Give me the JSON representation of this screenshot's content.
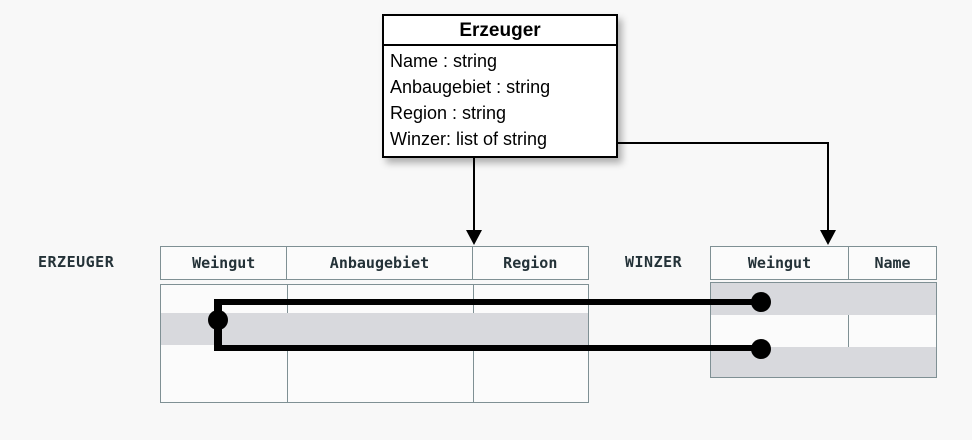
{
  "uml": {
    "title": "Erzeuger",
    "attributes": [
      "Name : string",
      "Anbaugebiet : string",
      "Region : string",
      "Winzer: list of string"
    ]
  },
  "tables": [
    {
      "name": "ERZEUGER",
      "columns": [
        "Weingut",
        "Anbaugebiet",
        "Region"
      ],
      "rows": [
        {
          "cells": [
            "",
            "",
            ""
          ],
          "highlighted": false
        },
        {
          "cells": [
            "",
            "",
            ""
          ],
          "highlighted": true
        },
        {
          "cells": [
            "",
            "",
            ""
          ],
          "highlighted": false
        },
        {
          "cells": [
            "",
            "",
            ""
          ],
          "highlighted": false
        }
      ]
    },
    {
      "name": "WINZER",
      "columns": [
        "Weingut",
        "Name"
      ],
      "rows": [
        {
          "cells": [
            "",
            ""
          ],
          "highlighted": true
        },
        {
          "cells": [
            "",
            ""
          ],
          "highlighted": false
        },
        {
          "cells": [
            "",
            ""
          ],
          "highlighted": true
        }
      ]
    }
  ],
  "colors": {
    "background": "#f8f8f8",
    "table_border": "#7f9094",
    "header_text": "#243238",
    "row_highlight": "#d8d9dd",
    "connector": "#000000",
    "uml_border": "#000000"
  },
  "connectors": {
    "erzeuger_arrow": "arrow-down-icon",
    "winzer_arrow": "arrow-down-icon",
    "link_endpoint": "link-dot-icon"
  }
}
